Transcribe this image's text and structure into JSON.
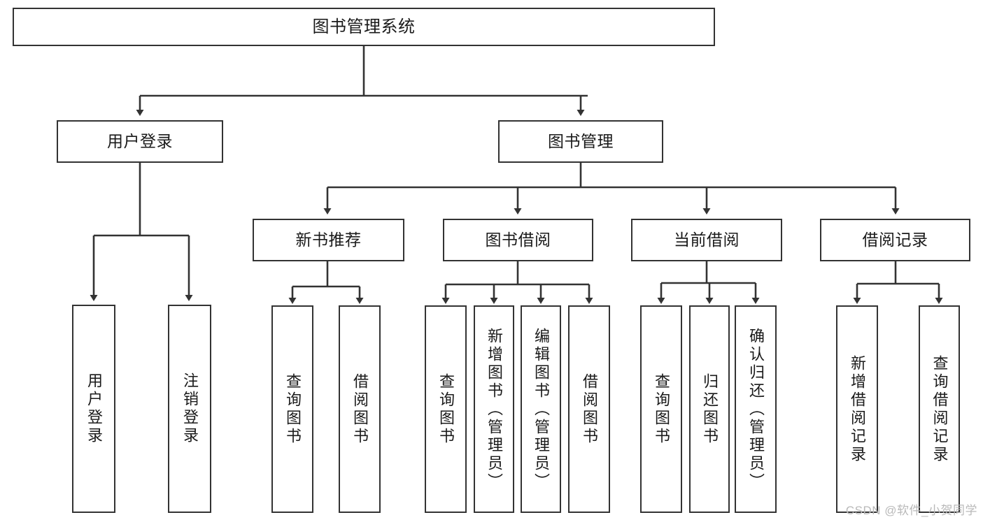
{
  "diagram": {
    "type": "tree",
    "title": "图书管理系统",
    "orientation": "top-down",
    "colors": {
      "node_border": "#333333",
      "node_fill": "#ffffff",
      "edge": "#333333",
      "text": "#1a1a1a",
      "watermark": "#b9b9b9"
    },
    "nodes": {
      "root": {
        "label": "图书管理系统",
        "level": 1
      },
      "l2": [
        {
          "id": "user-login",
          "label": "用户登录",
          "level": 2
        },
        {
          "id": "book-manage",
          "label": "图书管理",
          "level": 2
        }
      ],
      "l3": [
        {
          "id": "new-book-recommend",
          "label": "新书推荐",
          "level": 3,
          "parent": "book-manage"
        },
        {
          "id": "book-borrow",
          "label": "图书借阅",
          "level": 3,
          "parent": "book-manage"
        },
        {
          "id": "current-borrow",
          "label": "当前借阅",
          "level": 3,
          "parent": "book-manage"
        },
        {
          "id": "borrow-record",
          "label": "借阅记录",
          "level": 3,
          "parent": "book-manage"
        }
      ],
      "leaves": [
        {
          "id": "leaf-user-login",
          "label": "用户登录",
          "parent": "user-login"
        },
        {
          "id": "leaf-logout",
          "label": "注销登录",
          "parent": "user-login"
        },
        {
          "id": "leaf-query-book-rec",
          "label": "查询图书",
          "parent": "new-book-recommend"
        },
        {
          "id": "leaf-borrow-book-rec",
          "label": "借阅图书",
          "parent": "new-book-recommend"
        },
        {
          "id": "leaf-query-book-borrow",
          "label": "查询图书",
          "parent": "book-borrow"
        },
        {
          "id": "leaf-add-book",
          "label": "新增图书（管理员）",
          "parent": "book-borrow"
        },
        {
          "id": "leaf-edit-book",
          "label": "编辑图书（管理员）",
          "parent": "book-borrow"
        },
        {
          "id": "leaf-borrow-book",
          "label": "借阅图书",
          "parent": "book-borrow"
        },
        {
          "id": "leaf-query-book-current",
          "label": "查询图书",
          "parent": "current-borrow"
        },
        {
          "id": "leaf-return-book",
          "label": "归还图书",
          "parent": "current-borrow"
        },
        {
          "id": "leaf-confirm-return",
          "label": "确认归还（管理员）",
          "parent": "current-borrow"
        },
        {
          "id": "leaf-add-record",
          "label": "新增借阅记录",
          "parent": "borrow-record"
        },
        {
          "id": "leaf-query-record",
          "label": "查询借阅记录",
          "parent": "borrow-record"
        }
      ]
    }
  },
  "watermark": {
    "text": "CSDN @软件_小贺同学"
  }
}
